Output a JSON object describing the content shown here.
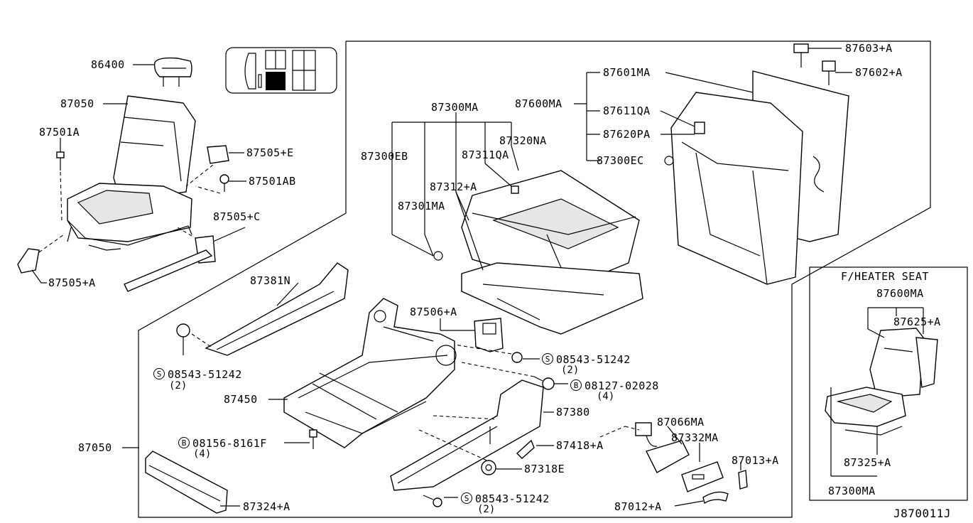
{
  "diagram_id": "J870011J",
  "inset_title": "F/HEATER SEAT",
  "labels": {
    "p86400": "86400",
    "p87050_top": "87050",
    "p87501A": "87501A",
    "p87505E": "87505+E",
    "p87501AB": "87501AB",
    "p87505C": "87505+C",
    "p87505A": "87505+A",
    "p87300MA": "87300MA",
    "p87600MA": "87600MA",
    "p87601MA": "87601MA",
    "p87603A": "87603+A",
    "p87602A": "87602+A",
    "p87611QA": "87611QA",
    "p87620PA": "87620PA",
    "p87300EC": "87300EC",
    "p87300EB": "87300EB",
    "p87320NA": "87320NA",
    "p87311QA": "87311QA",
    "p87312A": "87312+A",
    "p87301MA": "87301MA",
    "p87381N": "87381N",
    "p87506A": "87506+A",
    "p08543_a": "08543-51242",
    "p08543_a_qty": "(2)",
    "p08543_b": "08543-51242",
    "p08543_b_qty": "(2)",
    "p08127": "08127-02028",
    "p08127_qty": "(4)",
    "p87450": "87450",
    "p87380": "87380",
    "p87050_bot": "87050",
    "p08156": "08156-8161F",
    "p08156_qty": "(4)",
    "p87418A": "87418+A",
    "p87318E": "87318E",
    "p87066MA": "87066MA",
    "p87332MA": "87332MA",
    "p87013A": "87013+A",
    "p87012A": "87012+A",
    "p08543_c": "08543-51242",
    "p08543_c_qty": "(2)",
    "p87324A": "87324+A",
    "inset_87600MA": "87600MA",
    "inset_87625A": "87625+A",
    "inset_87325A": "87325+A",
    "inset_87300MA": "87300MA"
  },
  "symbols": {
    "s": "S",
    "b": "B"
  }
}
